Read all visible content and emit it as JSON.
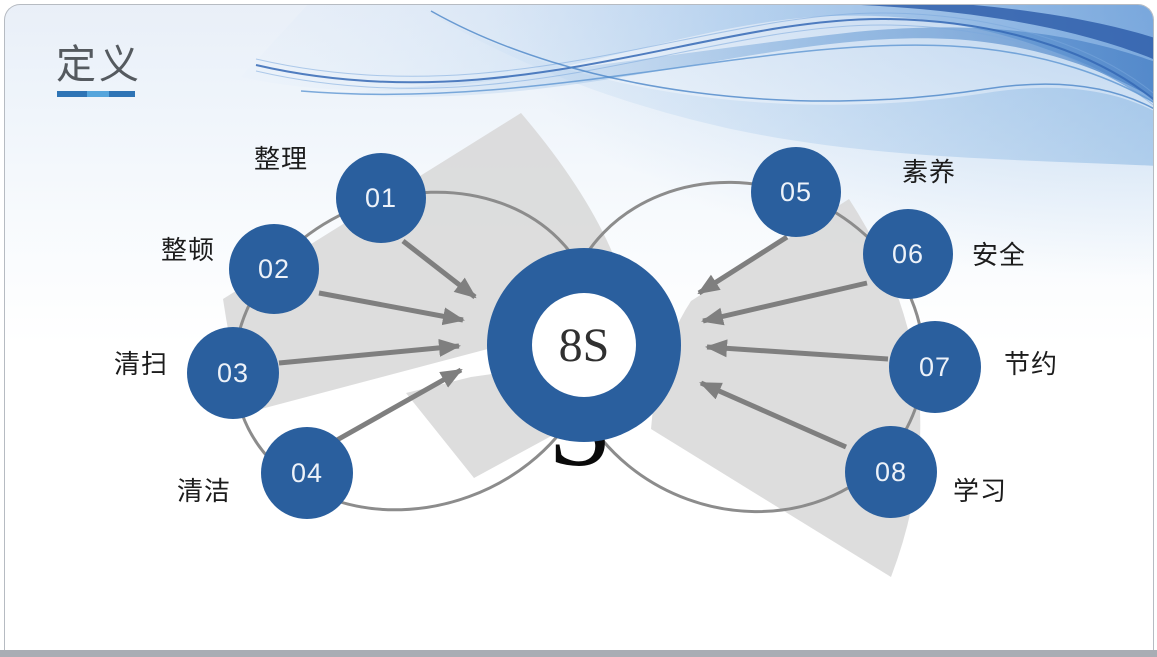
{
  "title": {
    "text": "定义"
  },
  "diagram": {
    "center_label": "8S",
    "watermark_letter": "S",
    "items": [
      {
        "num": "01",
        "label": "整理",
        "side": "left"
      },
      {
        "num": "02",
        "label": "整顿",
        "side": "left"
      },
      {
        "num": "03",
        "label": "清扫",
        "side": "left"
      },
      {
        "num": "04",
        "label": "清洁",
        "side": "left"
      },
      {
        "num": "05",
        "label": "素养",
        "side": "right"
      },
      {
        "num": "06",
        "label": "安全",
        "side": "right"
      },
      {
        "num": "07",
        "label": "节约",
        "side": "right"
      },
      {
        "num": "08",
        "label": "学习",
        "side": "right"
      }
    ]
  },
  "colors": {
    "node_blue": "#2a5f9e",
    "arrow_gray": "#7f7f7f",
    "ellipse_gray": "#8c8c8c",
    "fan_gray": "#d8d8d8",
    "title_gray": "#555a5f",
    "underline_dark": "#2e74b5",
    "underline_light": "#55a5dc",
    "bottom_bar_gray": "#a9adb4"
  }
}
